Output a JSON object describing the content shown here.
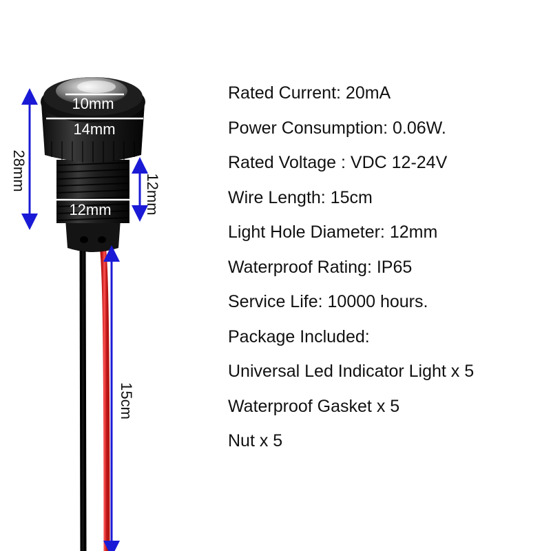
{
  "dimensions": {
    "top_lens": "10mm",
    "head_width": "14mm",
    "total_height": "28mm",
    "thread_height": "12mm",
    "thread_width": "12mm",
    "wire_length": "15cm"
  },
  "specs": [
    "Rated Current: 20mA",
    "Power Consumption: 0.06W.",
    "Rated Voltage : VDC 12-24V",
    "Wire Length: 15cm",
    "Light Hole Diameter: 12mm",
    "Waterproof Rating: IP65",
    "Service Life: 10000 hours.",
    "Package Included:",
    "Universal Led Indicator Light x 5",
    "Waterproof Gasket x 5",
    "Nut x 5"
  ],
  "colors": {
    "arrow": "#1a1ad6",
    "wire_red": "#e32222",
    "wire_black": "#111111",
    "body": "#1b1b1b"
  }
}
